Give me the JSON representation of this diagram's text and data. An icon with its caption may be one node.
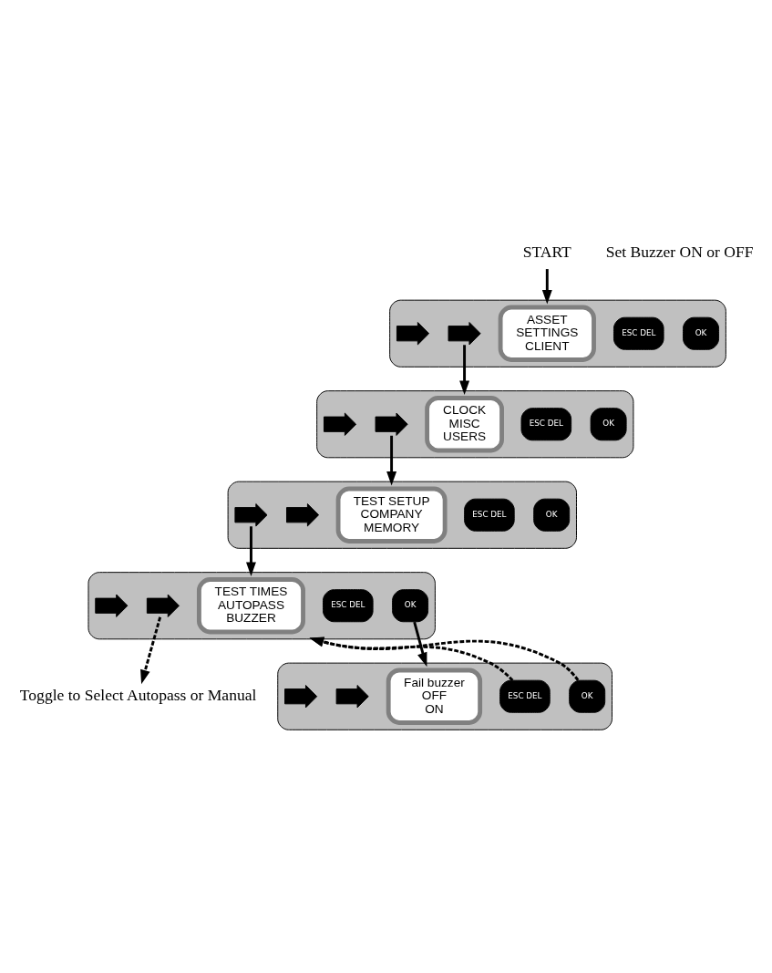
{
  "diagram": {
    "nodes": [
      {
        "text": [
          "START"
        ]
      },
      {
        "text": [],
        "shape": "box"
      },
      {
        "text": [],
        "shape": "button",
        "in": 1
      },
      {
        "text": [],
        "shape": "button",
        "in": 1
      },
      {
        "text": [
          "ASSET",
          "SETTINGS",
          "CLIENT"
        ],
        "in": 1
      },
      {
        "text": [
          "ESC DEL"
        ],
        "in": 1
      },
      {
        "text": [
          "OK"
        ],
        "in": 1
      },
      {
        "text": [],
        "shape": "box"
      },
      {
        "text": [],
        "shape": "button",
        "in": 7
      },
      {
        "text": [],
        "shape": "button",
        "in": 7
      },
      {
        "text": [
          "CLOCK",
          "MISC",
          "USERS"
        ],
        "in": 7
      },
      {
        "text": [
          "ESC DEL"
        ],
        "in": 7
      },
      {
        "text": [
          "OK"
        ],
        "in": 7
      },
      {
        "text": [],
        "shape": "box"
      },
      {
        "text": [],
        "shape": "button",
        "in": 13
      },
      {
        "text": [],
        "shape": "button",
        "in": 13
      },
      {
        "text": [
          "TEST SETUP",
          "COMPANY",
          "MEMORY"
        ],
        "in": 13
      },
      {
        "text": [
          "ESC DEL"
        ],
        "in": 13
      },
      {
        "text": [
          "OK"
        ],
        "in": 13
      },
      {
        "text": [],
        "shape": "box"
      },
      {
        "text": [],
        "shape": "button",
        "in": 19
      },
      {
        "text": [],
        "shape": "button",
        "in": 19
      },
      {
        "text": [
          "TEST TIMES",
          "AUTOPASS",
          "BUZZER"
        ],
        "in": 19
      },
      {
        "text": [
          "ESC DEL"
        ],
        "in": 19
      },
      {
        "text": [
          "OK"
        ],
        "in": 19
      },
      {
        "text": [],
        "shape": "box"
      },
      {
        "text": [],
        "shape": "button",
        "in": 25
      },
      {
        "text": [],
        "shape": "button",
        "in": 25
      },
      {
        "text": [
          "Fail buzzer",
          "OFF",
          "ON"
        ],
        "in": 25
      },
      {
        "text": [
          "ESC DEL"
        ],
        "in": 25
      },
      {
        "text": [
          "OK"
        ],
        "in": 25
      },
      {
        "text": [
          "Toggle to Select Autopass or Manual"
        ]
      }
    ],
    "edges": [
      {
        "from": 0,
        "to": 1,
        "arrow": "to"
      },
      {
        "from": 3,
        "to": 7,
        "arrow": "to"
      },
      {
        "from": 9,
        "to": 13,
        "arrow": "to"
      },
      {
        "from": 14,
        "to": 19,
        "arrow": "to"
      },
      {
        "from": 21,
        "to": 31,
        "arrow": "to",
        "style": "dashed"
      },
      {
        "from": 24,
        "to": 25,
        "arrow": "to"
      },
      {
        "from": 29,
        "to": 19,
        "arrow": "to",
        "style": "dashed"
      },
      {
        "from": 30,
        "to": 19,
        "arrow": "to",
        "style": "dashed"
      }
    ],
    "labels": [
      "Set Buzzer ON or OFF"
    ]
  }
}
